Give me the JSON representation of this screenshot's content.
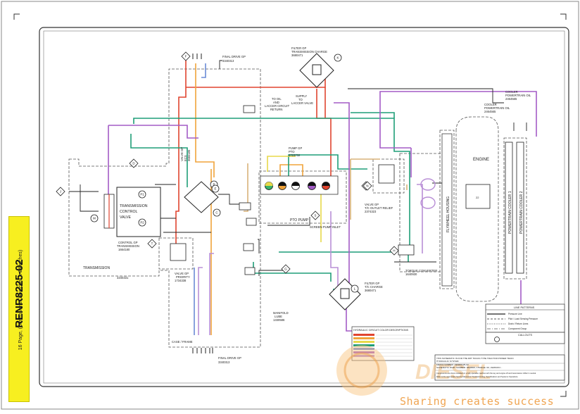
{
  "tab": {
    "title": "RENR8225-02",
    "subtitle": "16 Page, (Dimensions: 34 inches x 24 inches)"
  },
  "labels": {
    "final_drive_top": "FINAL DRIVE GP",
    "final_drive_top_pn": "3340313",
    "filter_trans_charge": "FILTER GP",
    "filter_trans_charge_sub": "TRANSMISSION CHARGE",
    "filter_trans_charge_pn": "3680471",
    "to_oil_lacer": "TO OIL",
    "to_oil_lacer2": "AND",
    "to_oil_lacer3": "LACCER CIRCUIT",
    "to_oil_lacer4": "RETURN",
    "supply_lacer": "SUPPLY",
    "supply_lacer2": "TO",
    "supply_lacer3": "LACCER VALVE",
    "cooler_powertrain_oil": "COOLER",
    "cooler_powertrain_oil2": "POWERTRAIN OIL",
    "cooler_powertrain_oil_pn": "2464565",
    "cooler_powertrain_b": "COOLER",
    "cooler_powertrain_b2": "POWERTRAIN OIL",
    "cooler_powertrain_b_pn": "2464565",
    "valve_gp_ecs": "VALVE GP",
    "valve_gp_ecs2": "ECS",
    "valve_gp_ecs_pn": "3684185",
    "pump_gp_pto": "PUMP GP",
    "pump_gp_pto2": "PTO",
    "pump_gp_pto_pn": "3723732",
    "engine": "ENGINE",
    "transmission_control_valve": "TRANSMISSION",
    "transmission_control_valve2": "CONTROL",
    "transmission_control_valve3": "VALVE",
    "valve_tc_outlet": "VALVE GP",
    "valve_tc_outlet2": "T/C OUTLET RELIEF",
    "valve_tc_outlet_pn": "2374323",
    "flywheel_housing": "FLYWHEEL HOUSING",
    "powertrain_cooler_1": "POWERTRAIN COOLER 1",
    "powertrain_cooler_2": "POWERTRAIN COOLER 2",
    "control_gp": "CONTROL GP",
    "control_gp2": "TRANSMISSION",
    "control_gp_pn": "1664180",
    "pto_pump": "PTO PUMP",
    "screen_pump_inlet": "SCREEN-PUMP INLET",
    "transmission": "TRANSMISSION",
    "transmission_pn": "3340331",
    "valve_priority": "VALVE GP",
    "valve_priority2": "PRIORITY",
    "valve_priority_pn": "1734338",
    "torque_converter": "TORQUE CONVERTER",
    "torque_converter_pn": "1640930",
    "filter_tc_charge": "FILTER GP",
    "filter_tc_charge2": "T/C CHARGE",
    "filter_tc_charge_pn": "3680471",
    "manifold_lube": "MANIFOLD",
    "manifold_lube2": "LUBE",
    "manifold_lube_pn": "1330586",
    "case_frame": "CASE / FRAME",
    "final_drive_bottom": "FINAL DRIVE GP",
    "final_drive_bottom_pn": "3340313",
    "hydraulic_legend_title": "HYDRAULIC CIRCUIT COLOR DESCRIPTIONS",
    "line_patterns": "LINE PATTERNS",
    "line_patterns_1": "Pressure Line",
    "line_patterns_2": "Pilot / Load Sensing Pressure",
    "line_patterns_3": "Drain / Return Lines",
    "line_patterns_4": "Component Group",
    "callouts": "CALLOUTS",
    "title_block_1": "THIS SCHEMATIC IS FOR THE D8T TRACK-TYPE TRACTOR POWER TRAIN",
    "title_block_2": "HYDRAULIC SYSTEM",
    "title_block_3": "MEDIA NUMBER: RENR8225-02",
    "title_block_4": "SCHEMATIC PART NUMBER: 3840808, CHANGE: 00, VERSION: -",
    "title_block_5": "Components are shown installed on a fully operable machine with the key and engine off and transmission shifter in neutral.",
    "title_block_6": "Refer to the appropriate Service Manual for Troubleshooting, Specifications and Systems Operations.",
    "engine_box": "22",
    "logo_text": "DIESEL",
    "watermark": "Sharing creates success"
  },
  "callout_letters": [
    "J",
    "A",
    "B",
    "C",
    "D",
    "E",
    "F",
    "G",
    "H",
    "K",
    "L",
    "M",
    "N",
    "P1",
    "P2",
    "S",
    "T"
  ],
  "colors": {
    "red": "#e0442f",
    "orange": "#f0a33a",
    "green": "#1f9e78",
    "purple": "#a35cc6",
    "lavender": "#b98fd6",
    "teal": "#1f9e78",
    "yellow": "#e8d94a",
    "tan": "#d8b27a",
    "blue": "#6b8bd6",
    "pink": "#e080a0",
    "frame": "#555555",
    "tab_yellow": "#f7ef20"
  }
}
